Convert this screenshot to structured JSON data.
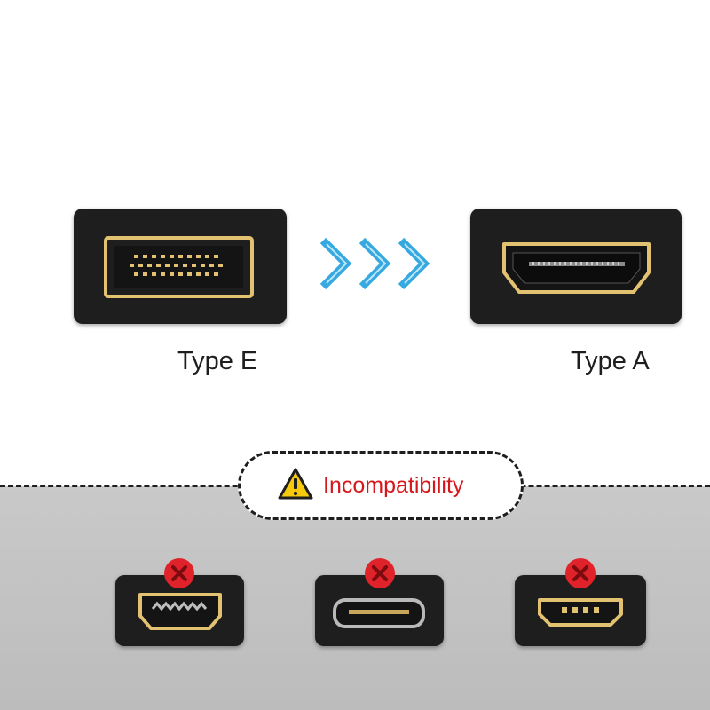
{
  "source_port": {
    "label": "Type E"
  },
  "target_port": {
    "label": "Type A"
  },
  "warning": {
    "text": "Incompatibility",
    "icon": "warning-triangle-icon"
  },
  "incompatible_ports": [
    {
      "icon": "full-size-hdmi-icon",
      "status_icon": "red-x-icon"
    },
    {
      "icon": "mini-hdmi-icon",
      "status_icon": "red-x-icon"
    },
    {
      "icon": "micro-hdmi-icon",
      "status_icon": "red-x-icon"
    }
  ],
  "colors": {
    "port_body": "#1e1e1e",
    "gold": "#e2c171",
    "arrow": "#35a9e0",
    "warning_text": "#d6171c",
    "x_badge": "#e0222a"
  }
}
